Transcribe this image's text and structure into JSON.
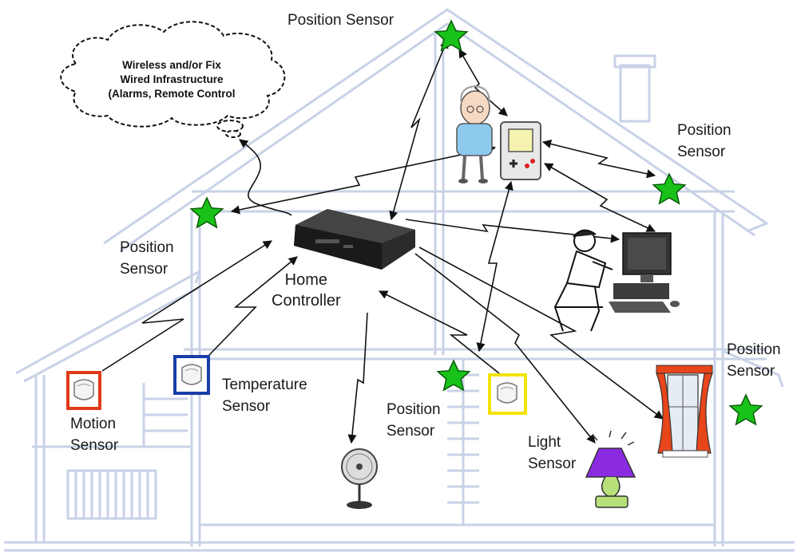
{
  "cloud": {
    "line1": "Wireless and/or Fix",
    "line2": "Wired Infrastructure",
    "line3": "(Alarms, Remote Control"
  },
  "labels": {
    "position_sensor_top": "Position Sensor",
    "position_sensor_right_1": "Position",
    "position_sensor_right_2": "Sensor",
    "position_sensor_left_1": "Position",
    "position_sensor_left_2": "Sensor",
    "position_sensor_mid_1": "Position",
    "position_sensor_mid_2": "Sensor",
    "position_sensor_far_right_1": "Position",
    "position_sensor_far_right_2": "Sensor",
    "home_controller_1": "Home",
    "home_controller_2": "Controller",
    "temperature_sensor_1": "Temperature",
    "temperature_sensor_2": "Sensor",
    "motion_sensor_1": "Motion",
    "motion_sensor_2": "Sensor",
    "light_sensor_1": "Light",
    "light_sensor_2": "Sensor"
  },
  "colors": {
    "star_fill": "#19c219",
    "star_stroke": "#0a5a0a",
    "house_line": "#c8d2e6",
    "motion_frame": "#e03a1a",
    "temperature_frame": "#1a3ea8",
    "light_frame": "#f2e400",
    "lamp_shade": "#8a2be2",
    "lamp_base": "#b8e07a",
    "curtain": "#e8461a"
  }
}
